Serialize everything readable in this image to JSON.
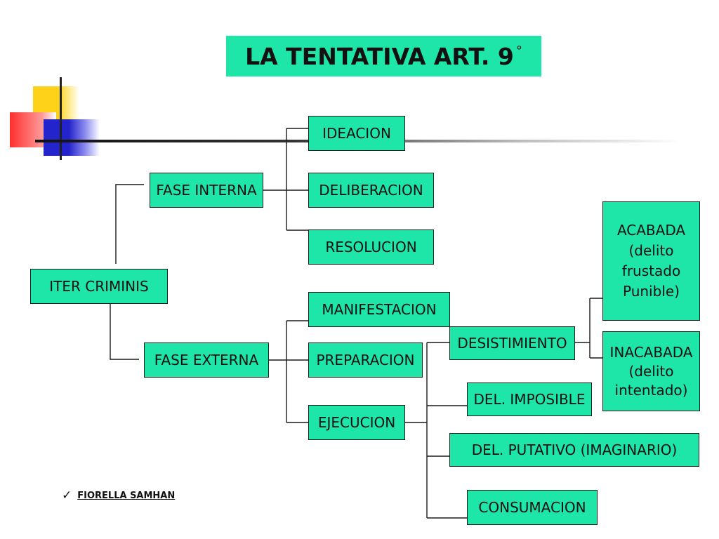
{
  "title": {
    "text": "LA TENTATIVA ART. 9",
    "suffix": "°"
  },
  "nodes": {
    "iter_criminis": "ITER CRIMINIS",
    "fase_interna": "FASE INTERNA",
    "fase_externa": "FASE EXTERNA",
    "ideacion": "IDEACION",
    "deliberacion": "DELIBERACION",
    "resolucion": "RESOLUCION",
    "manifestacion": "MANIFESTACION",
    "preparacion": "PREPARACION",
    "ejecucion": "EJECUCION",
    "desistimiento": "DESISTIMIENTO",
    "del_imposible": "DEL. IMPOSIBLE",
    "del_putativo": "DEL. PUTATIVO (IMAGINARIO)",
    "consumacion": "CONSUMACION",
    "acabada": "ACABADA\n(delito\n frustado\nPunible)",
    "inacabada": "INACABADA\n(delito\n intentado)"
  },
  "footer": {
    "author": "FIORELLA SAMHAN",
    "bullet_icon": "checkmark-icon"
  },
  "colors": {
    "box_fill": "#1ee5a8",
    "title_fill": "#1ee5a8",
    "line": "#1a1a1a",
    "deco_yellow": "#ffd21a",
    "deco_red": "#ff3a3a",
    "deco_blue": "#2b2bd6"
  }
}
